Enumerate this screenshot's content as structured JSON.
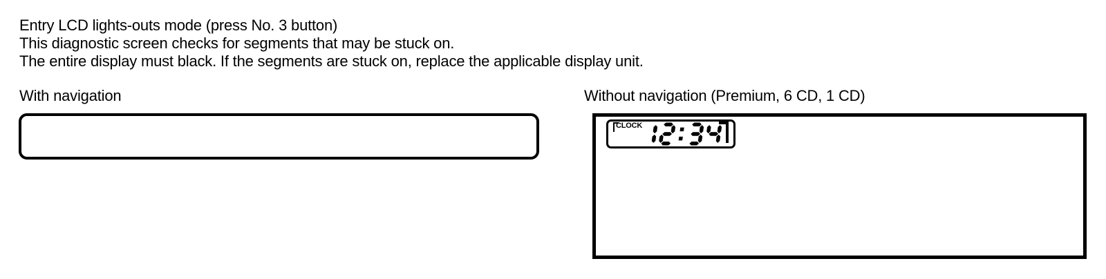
{
  "page": {
    "background": "#ffffff",
    "text_color": "#000000"
  },
  "instructions": {
    "lines": [
      "Entry LCD lights-outs mode (press No. 3 button)",
      "This diagnostic screen checks for segments that may be stuck on.",
      "The entire display must black. If the segments are stuck on, replace the applicable display unit."
    ]
  },
  "left_panel": {
    "label": "With navigation"
  },
  "right_panel": {
    "label": "Without navigation (Premium, 6 CD, 1 CD)",
    "clock": {
      "label": "CLOCK",
      "time": "12:34"
    }
  }
}
